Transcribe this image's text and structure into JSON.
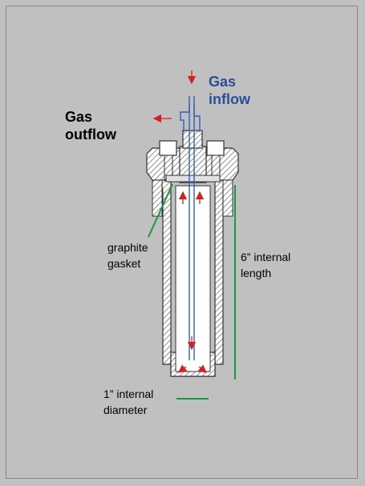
{
  "labels": {
    "gas_inflow": [
      "Gas",
      "inflow"
    ],
    "gas_outflow": [
      "Gas",
      "outflow"
    ],
    "graphite_gasket": [
      "graphite",
      "gasket"
    ],
    "internal_length": [
      "6” internal",
      "length"
    ],
    "internal_diameter": [
      "1” internal",
      "diameter"
    ]
  },
  "colors": {
    "background": "#c0c0c0",
    "arrow": "#d42020",
    "tube": "#3060c0",
    "dimension": "#1a9a3a",
    "hatch": "#555555"
  }
}
